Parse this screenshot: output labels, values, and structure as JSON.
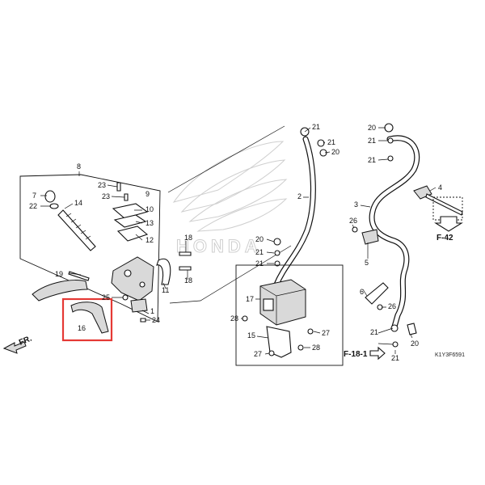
{
  "diagram_code": "K1Y3F6591",
  "direction_label": "FR.",
  "references": {
    "ref_f42": "F-42",
    "ref_f181": "F-18-1"
  },
  "watermark": "HONDA",
  "colors": {
    "line": "#111111",
    "highlight": "#e53935",
    "watermark": "#cfcfcf"
  },
  "highlighted_part": "16",
  "callouts": [
    "8",
    "7",
    "22",
    "14",
    "23",
    "23",
    "9",
    "10",
    "13",
    "12",
    "19",
    "25",
    "16",
    "1",
    "24",
    "11",
    "18",
    "18",
    "21",
    "21",
    "20",
    "2",
    "20",
    "21",
    "21",
    "17",
    "28",
    "15",
    "27",
    "27",
    "28",
    "20",
    "21",
    "21",
    "3",
    "4",
    "26",
    "5",
    "6",
    "26",
    "21",
    "21",
    "20"
  ]
}
